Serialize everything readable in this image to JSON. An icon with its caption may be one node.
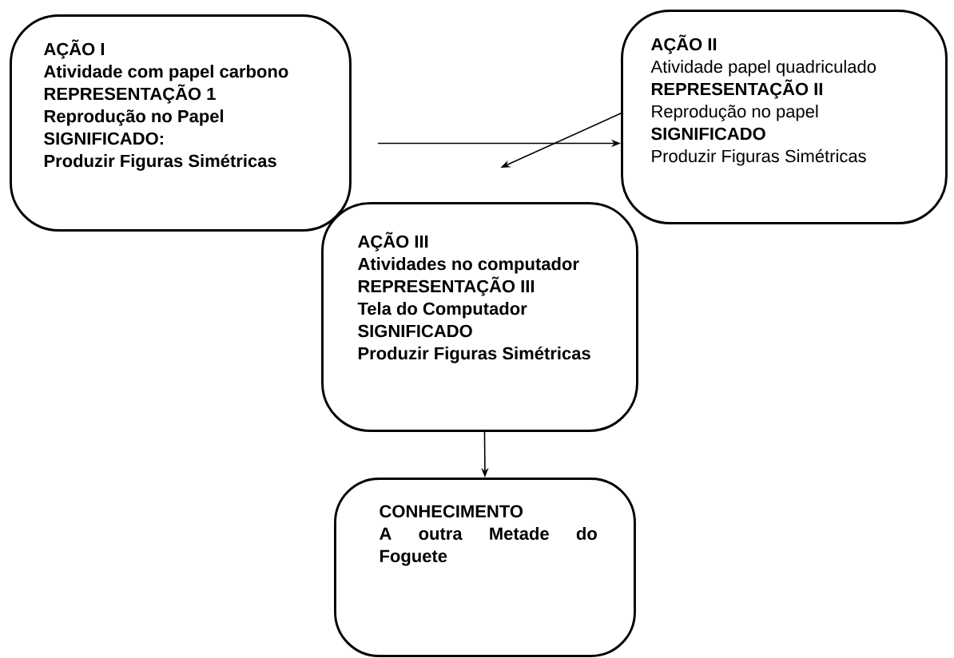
{
  "diagram": {
    "nodes": [
      {
        "text": [
          "AÇÃO I",
          "Atividade com papel carbono",
          "REPRESENTAÇÃO 1",
          "Reprodução no Papel",
          "SIGNIFICADO:",
          "Produzir Figuras Simétricas"
        ]
      },
      {
        "text": [
          "AÇÃO II",
          "Atividade papel quadriculado",
          "REPRESENTAÇÃO II",
          "Reprodução no papel",
          "SIGNIFICADO",
          "Produzir Figuras Simétricas"
        ]
      },
      {
        "text": [
          "AÇÃO III",
          "Atividades no computador",
          "REPRESENTAÇÃO III",
          "Tela do Computador",
          "SIGNIFICADO",
          "Produzir Figuras Simétricas"
        ]
      },
      {
        "text": [
          "CONHECIMENTO",
          "A outra Metade do Foguete"
        ]
      }
    ],
    "edges": [
      {
        "from": 0,
        "to": 1,
        "arrow": "to"
      },
      {
        "from": 1,
        "to": 2,
        "arrow": "to"
      },
      {
        "from": 2,
        "to": 3,
        "arrow": "to"
      }
    ]
  }
}
